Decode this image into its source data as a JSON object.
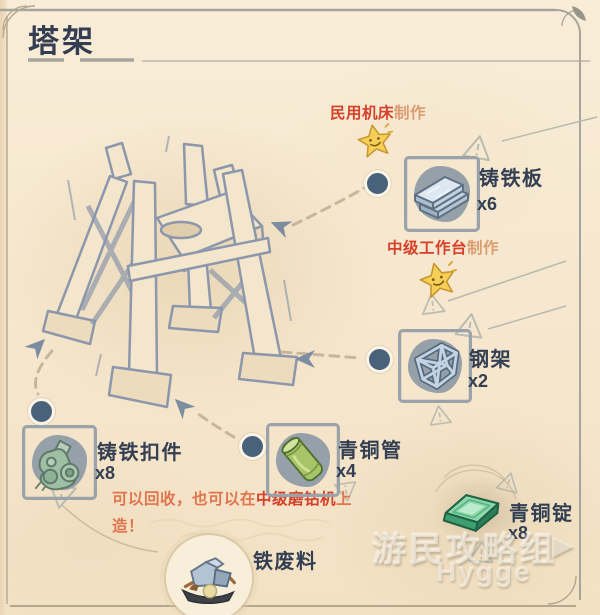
{
  "page": {
    "title": "塔架",
    "watermark": {
      "cn": "游民攻略组",
      "arrow": "▶",
      "en": "Hygge"
    }
  },
  "captions": {
    "civilian_machine": {
      "highlight": "民用机床",
      "suffix": "制作"
    },
    "intermediate_workbench": {
      "highlight": "中级工作台",
      "suffix": "制作"
    },
    "recycle_note": {
      "pre": "可以回收，也可以在",
      "highlight": "中级磨钻机",
      "post": "上造！"
    }
  },
  "materials": [
    {
      "id": "cast-iron-plate",
      "name": "铸铁板",
      "count": "x6"
    },
    {
      "id": "steel-frame",
      "name": "钢架",
      "count": "x2"
    },
    {
      "id": "cast-iron-fastener",
      "name": "铸铁扣件",
      "count": "x8"
    },
    {
      "id": "bronze-pipe",
      "name": "青铜管",
      "count": "x4"
    },
    {
      "id": "bronze-ingot",
      "name": "青铜锭",
      "count": "x8"
    },
    {
      "id": "iron-scrap",
      "name": "铁废料"
    }
  ],
  "colors": {
    "background": "#f7e9d1",
    "ink": "#333f52",
    "accent_red": "#d6402a",
    "soft_red": "#dc9c72",
    "bullet": "#49627b",
    "sketch_line": "#8c97ab",
    "frame_gray": "#9aa2aa",
    "star_yellow": "#f6cf57",
    "bronze_green": "#4aa877"
  }
}
